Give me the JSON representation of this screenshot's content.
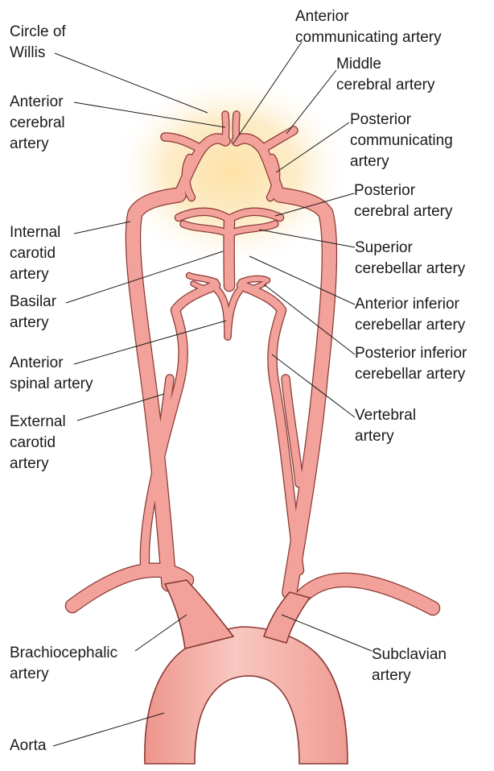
{
  "colors": {
    "artery_fill": "#f2a29a",
    "artery_stroke": "#8a3a34",
    "glow": "#fde7b4",
    "leader": "#1a1a1a",
    "text": "#1a1a1a"
  },
  "labels": {
    "circle_of_willis": [
      "Circle of",
      "Willis"
    ],
    "anterior_communicating": [
      "Anterior",
      "communicating artery"
    ],
    "middle_cerebral": [
      "Middle",
      "cerebral artery"
    ],
    "anterior_cerebral": [
      "Anterior",
      "cerebral",
      "artery"
    ],
    "posterior_communicating": [
      "Posterior",
      "communicating",
      "artery"
    ],
    "posterior_cerebral": [
      "Posterior",
      "cerebral artery"
    ],
    "internal_carotid": [
      "Internal",
      "carotid",
      "artery"
    ],
    "superior_cerebellar": [
      "Superior",
      "cerebellar artery"
    ],
    "basilar": [
      "Basilar",
      "artery"
    ],
    "anterior_inferior_cerebellar": [
      "Anterior inferior",
      "cerebellar artery"
    ],
    "anterior_spinal": [
      "Anterior",
      "spinal artery"
    ],
    "posterior_inferior_cerebellar": [
      "Posterior inferior",
      "cerebellar artery"
    ],
    "external_carotid": [
      "External",
      "carotid",
      "artery"
    ],
    "vertebral": [
      "Vertebral",
      "artery"
    ],
    "brachiocephalic": [
      "Brachiocephalic",
      "artery"
    ],
    "subclavian": [
      "Subclavian",
      "artery"
    ],
    "aorta": [
      "Aorta"
    ]
  }
}
